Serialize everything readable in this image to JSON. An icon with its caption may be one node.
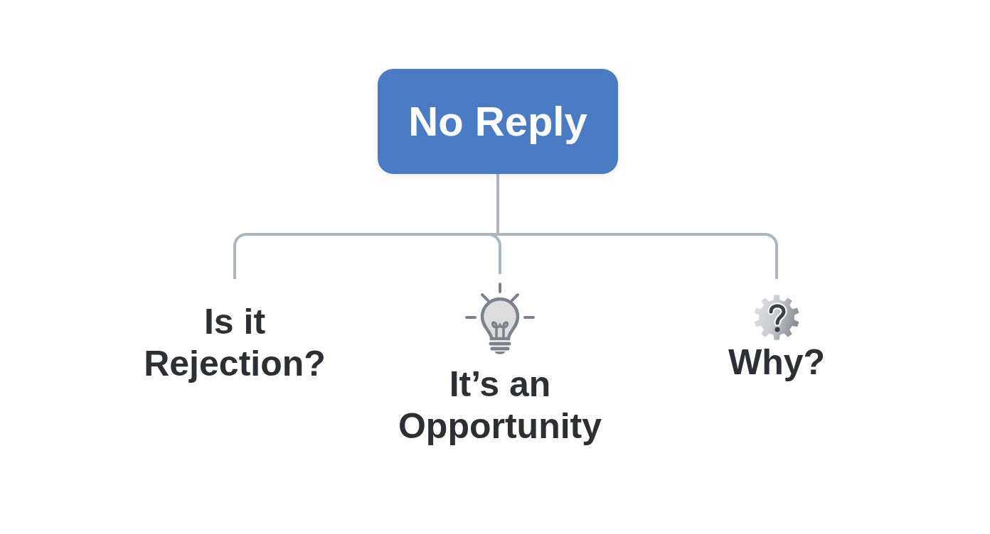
{
  "diagram": {
    "nodes": [
      {
        "text": [
          "No Reply"
        ]
      },
      {
        "text": [
          "Is it Rejection?"
        ]
      },
      {
        "text": [
          "It’s an Opportunity"
        ]
      },
      {
        "text": [
          "Why?"
        ]
      }
    ],
    "edges": [
      {
        "from": 0,
        "to": 1,
        "arrow": "none"
      },
      {
        "from": 0,
        "to": 2,
        "arrow": "none"
      },
      {
        "from": 0,
        "to": 3,
        "arrow": "none"
      }
    ]
  }
}
